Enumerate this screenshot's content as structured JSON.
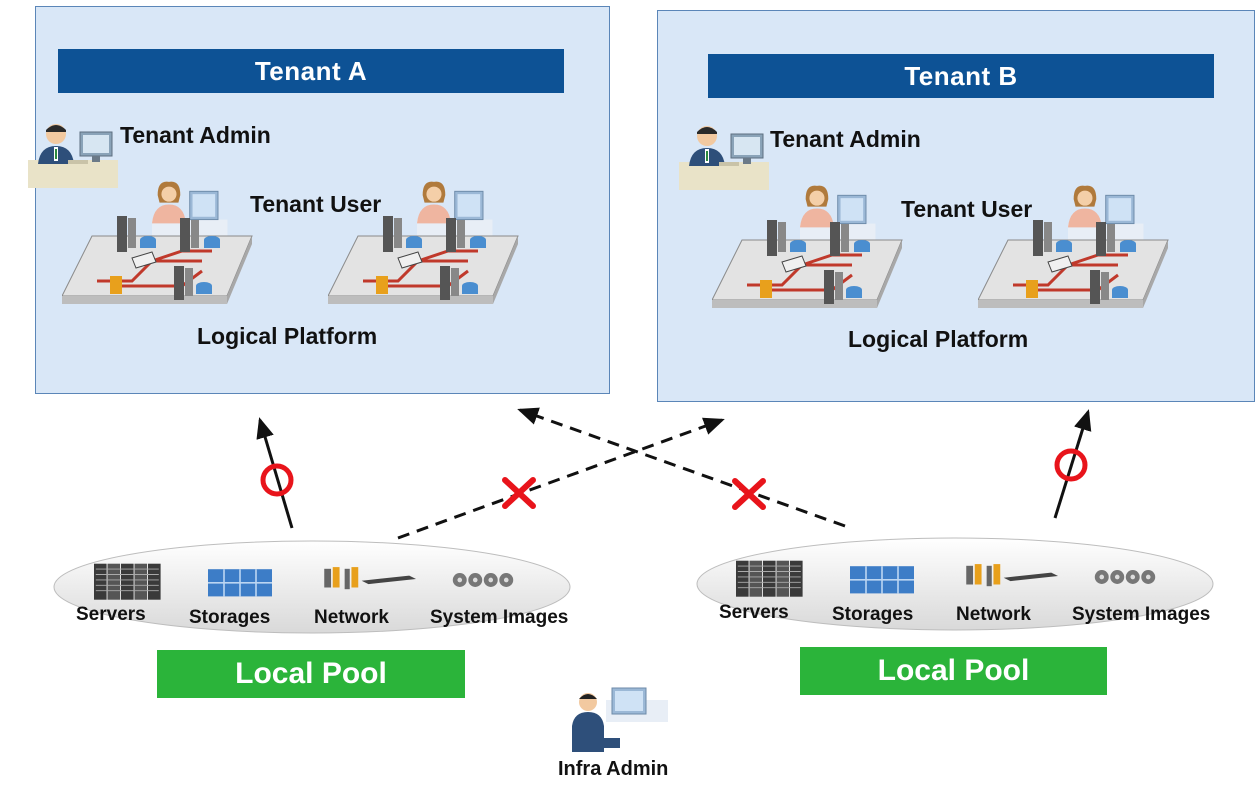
{
  "tenants": [
    {
      "title": "Tenant A",
      "admin_label": "Tenant Admin",
      "user_label": "Tenant User",
      "platform_label": "Logical Platform"
    },
    {
      "title": "Tenant B",
      "admin_label": "Tenant Admin",
      "user_label": "Tenant User",
      "platform_label": "Logical Platform"
    }
  ],
  "pools": [
    {
      "title": "Local Pool",
      "resources": [
        "Servers",
        "Storages",
        "Network",
        "System Images"
      ]
    },
    {
      "title": "Local Pool",
      "resources": [
        "Servers",
        "Storages",
        "Network",
        "System Images"
      ]
    }
  ],
  "infra_admin_label": "Infra Admin",
  "colors": {
    "tenant_bg": "#d9e7f7",
    "tenant_border": "#5b86b8",
    "tenant_title_bg": "#0d5295",
    "pool_title_bg": "#2bb43a",
    "allowed_mark": "#e8141b",
    "denied_mark": "#e8141b"
  }
}
